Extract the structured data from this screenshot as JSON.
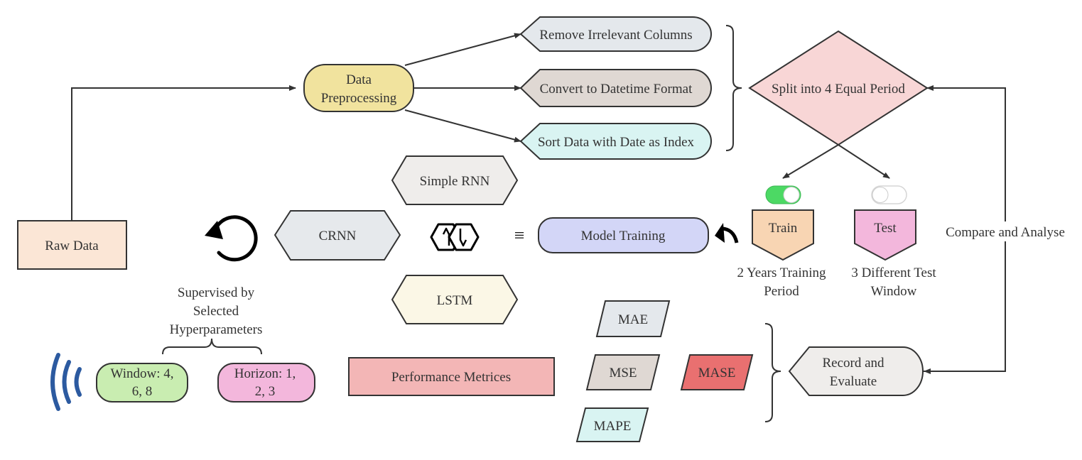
{
  "nodes": {
    "raw_data": "Raw Data",
    "data_preprocessing_line1": "Data",
    "data_preprocessing_line2": "Preprocessing",
    "remove_columns": "Remove Irrelevant Columns",
    "convert_datetime": "Convert to Datetime Format",
    "sort_data": "Sort Data with Date as Index",
    "split_periods": "Split into 4 Equal Period",
    "train": "Train",
    "test": "Test",
    "train_caption_line1": "2 Years Training",
    "train_caption_line2": "Period",
    "test_caption_line1": "3 Different Test",
    "test_caption_line2": "Window",
    "compare_analyse": "Compare and Analyse",
    "simple_rnn": "Simple RNN",
    "crnn": "CRNN",
    "lstm": "LSTM",
    "equiv_symbol": "≡",
    "model_training": "Model Training",
    "supervised_line1": "Supervised by",
    "supervised_line2": "Selected",
    "supervised_line3": "Hyperparameters",
    "window_line1": "Window: 4,",
    "window_line2": "6, 8",
    "horizon_line1": "Horizon: 1,",
    "horizon_line2": "2, 3",
    "performance_metrics": "Performance Metrices",
    "mae": "MAE",
    "mse": "MSE",
    "mase": "MASE",
    "mape": "MAPE",
    "record_line1": "Record and",
    "record_line2": "Evaluate"
  },
  "toggles": {
    "train_enabled": true,
    "test_enabled": false
  },
  "colors": {
    "raw_data": "#fbe6d6",
    "data_preprocessing": "#f1e39e",
    "remove_columns": "#e4e8ec",
    "convert_datetime": "#dfd8d3",
    "sort_data": "#d9f4f2",
    "split_periods": "#f8d6d6",
    "train": "#f8d5b3",
    "test": "#f3b7dc",
    "simple_rnn": "#efedeb",
    "crnn": "#e6e9ec",
    "lstm": "#fbf7e6",
    "model_training": "#d3d6f7",
    "window": "#c9edb1",
    "horizon": "#f3b7dc",
    "performance_metrics": "#f3b6b6",
    "mae": "#e4e8ec",
    "mse": "#dfd8d3",
    "mase": "#e97070",
    "mape": "#d9f4f2",
    "record": "#efedeb",
    "toggle_on": "#4cd964",
    "signal_icon": "#2c5aa0"
  }
}
